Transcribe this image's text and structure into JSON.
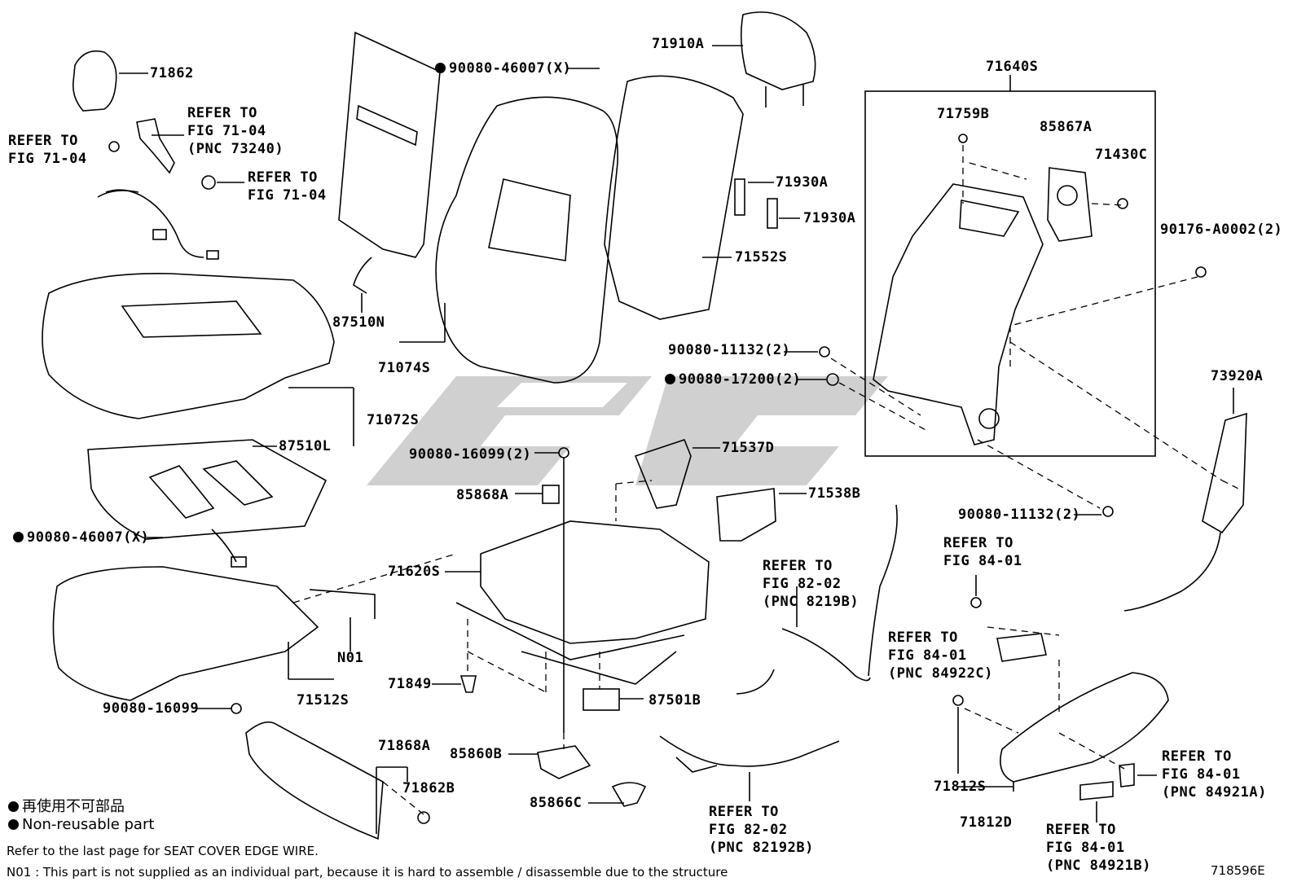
{
  "labels": {
    "p71862": "71862",
    "p71910A": "71910A",
    "p71640S": "71640S",
    "p90080_46007_top": "90080-46007(X)",
    "p71759B": "71759B",
    "p85867A": "85867A",
    "p71430C": "71430C",
    "p71930A_1": "71930A",
    "p71930A_2": "71930A",
    "p90176": "90176-A0002(2)",
    "p71552S": "71552S",
    "p87510N": "87510N",
    "p71074S": "71074S",
    "p90080_11132_a": "90080-11132(2)",
    "p90080_17200": "90080-17200(2)",
    "p73920A": "73920A",
    "p71072S": "71072S",
    "p87510L": "87510L",
    "p90080_16099_2": "90080-16099(2)",
    "p71537D": "71537D",
    "p85868A": "85868A",
    "p71538B": "71538B",
    "p90080_11132_b": "90080-11132(2)",
    "p90080_46007_left": "90080-46007(X)",
    "p71620S": "71620S",
    "pN01": "N01",
    "p71849": "71849",
    "p71512S": "71512S",
    "p87501B": "87501B",
    "p90080_16099": "90080-16099",
    "p71868A": "71868A",
    "p85860B": "85860B",
    "p71862B": "71862B",
    "p85866C": "85866C",
    "p71812S": "71812S",
    "p71812D": "71812D"
  },
  "refs": {
    "r1": "REFER TO\nFIG 71-04\n(PNC 73240)",
    "r2": "REFER TO\nFIG 71-04",
    "r3": "REFER TO\nFIG 71-04",
    "r4": "REFER TO\nFIG 82-02\n(PNC 8219B)",
    "r5": "REFER TO\nFIG 84-01",
    "r6": "REFER TO\nFIG 84-01\n(PNC 84922C)",
    "r7": "REFER TO\nFIG 84-01\n(PNC 84921A)",
    "r8": "REFER TO\nFIG 82-02\n(PNC 82192B)",
    "r9": "REFER TO\nFIG 84-01\n(PNC 84921B)"
  },
  "legend": {
    "jp": "再使用不可部品",
    "en": "Non-reusable part"
  },
  "notes": {
    "n1": "Refer to the last page for SEAT COVER EDGE WIRE.",
    "n2": "N01 : This part is not supplied as an individual part, because it is hard to assemble / disassemble due to the structure"
  },
  "figure_code": "718596E"
}
